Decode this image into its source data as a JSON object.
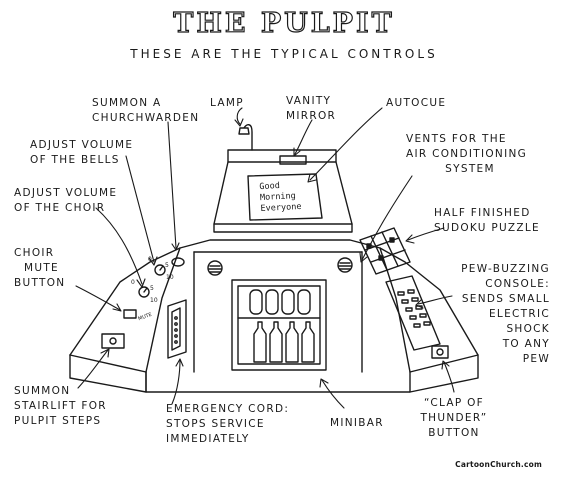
{
  "title": "THE PULPIT",
  "subtitle": "THESE ARE THE TYPICAL CONTROLS",
  "labels": {
    "summon_churchwarden": [
      "SUMMON A",
      "CHURCHWARDEN"
    ],
    "lamp": "LAMP",
    "vanity_mirror": [
      "VANITY",
      "MIRROR"
    ],
    "autocue": "AUTOCUE",
    "vents": [
      "VENTS FOR THE",
      "AIR CONDITIONING",
      "SYSTEM"
    ],
    "volume_bells": [
      "ADJUST VOLUME",
      "OF THE BELLS"
    ],
    "volume_choir": [
      "ADJUST VOLUME",
      "OF THE CHOIR"
    ],
    "sudoku": [
      "HALF FINISHED",
      "SUDOKU PUZZLE"
    ],
    "choir_mute": [
      "CHOIR",
      "MUTE",
      "BUTTON"
    ],
    "pew_buzzing": [
      "PEW-BUZZING",
      "CONSOLE:",
      "SENDS SMALL",
      "ELECTRIC",
      "SHOCK",
      "TO ANY",
      "PEW"
    ],
    "stairlift": [
      "SUMMON",
      "STAIRLIFT FOR",
      "PULPIT STEPS"
    ],
    "emergency_cord": [
      "EMERGENCY CORD:",
      "STOPS SERVICE",
      "IMMEDIATELY"
    ],
    "minibar": "MINIBAR",
    "clap_thunder": [
      "“CLAP OF",
      "THUNDER”",
      "BUTTON"
    ]
  },
  "autocue_text": [
    "Good",
    "Morning",
    "Everyone"
  ],
  "dial_marks": {
    "bells": [
      "0",
      "5",
      "10"
    ],
    "choir": [
      "0",
      "5",
      "10"
    ],
    "mute_mark": "MUTE"
  },
  "credit": "CartoonChurch.com"
}
